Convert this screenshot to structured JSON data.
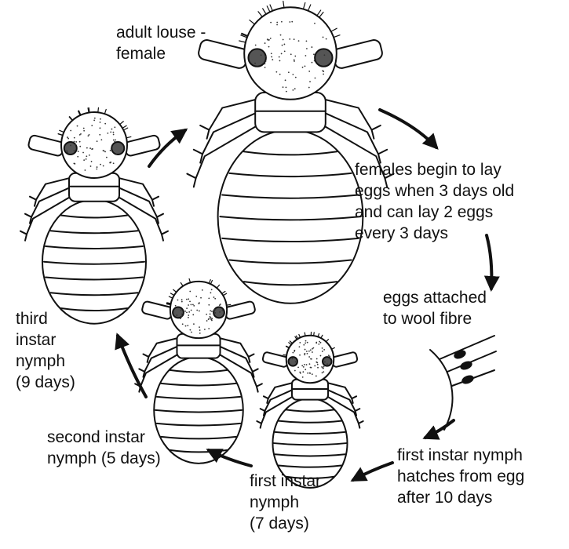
{
  "stages": {
    "adult": {
      "label": "adult louse -\nfemale"
    },
    "laying": {
      "label": "females begin to lay\neggs when 3 days old\nand can lay 2 eggs\nevery 3 days"
    },
    "eggs": {
      "label": "eggs attached\nto wool fibre"
    },
    "hatch": {
      "label": "first instar nymph\nhatches from egg\nafter 10 days"
    },
    "first": {
      "label": "first instar\nnymph\n(7 days)"
    },
    "second": {
      "label": "second instar\nnymph (5 days)"
    },
    "third": {
      "label": "third\ninstar\nnymph\n(9 days)"
    }
  },
  "colors": {
    "ink": "#111111",
    "body_fill": "#ffffff",
    "stipple": "#333333"
  }
}
